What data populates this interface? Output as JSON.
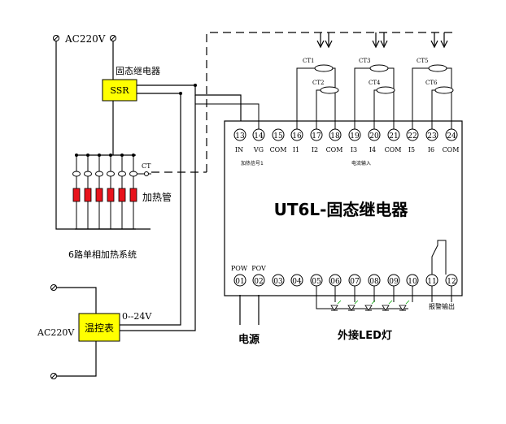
{
  "ac_top_label": "AC220V",
  "ac_bottom_label": "AC220V",
  "ssr_block_title": "固态继电器",
  "ssr_box_label": "SSR",
  "ct_label": "CT",
  "heater_label": "加热管",
  "system_caption": "6路单相加热系统",
  "controller_box_label": "温控表",
  "voltage_label": "0--24V",
  "module_title": "UT6L-固态继电器",
  "top_terminals": [
    {
      "num": "13",
      "label": "IN"
    },
    {
      "num": "14",
      "label": "VG"
    },
    {
      "num": "15",
      "label": "COM"
    },
    {
      "num": "16",
      "label": "I1"
    },
    {
      "num": "17",
      "label": "I2"
    },
    {
      "num": "18",
      "label": "COM"
    },
    {
      "num": "19",
      "label": "I3"
    },
    {
      "num": "20",
      "label": "I4"
    },
    {
      "num": "21",
      "label": "COM"
    },
    {
      "num": "22",
      "label": "I5"
    },
    {
      "num": "23",
      "label": "I6"
    },
    {
      "num": "24",
      "label": "COM"
    }
  ],
  "bottom_terminals": [
    {
      "num": "01",
      "label": "POW"
    },
    {
      "num": "02",
      "label": "POV"
    },
    {
      "num": "03",
      "label": ""
    },
    {
      "num": "04",
      "label": ""
    },
    {
      "num": "05",
      "label": ""
    },
    {
      "num": "06",
      "label": ""
    },
    {
      "num": "07",
      "label": ""
    },
    {
      "num": "08",
      "label": ""
    },
    {
      "num": "09",
      "label": ""
    },
    {
      "num": "10",
      "label": ""
    },
    {
      "num": "11",
      "label": ""
    },
    {
      "num": "12",
      "label": ""
    }
  ],
  "heating_signal_label": "加热信号1",
  "current_input_label": "电流输入",
  "ct_sensors": [
    "CT1",
    "CT2",
    "CT3",
    "CT4",
    "CT5",
    "CT6"
  ],
  "alarm_output_label": "报警输出",
  "power_label": "电源",
  "led_label": "外接LED灯"
}
